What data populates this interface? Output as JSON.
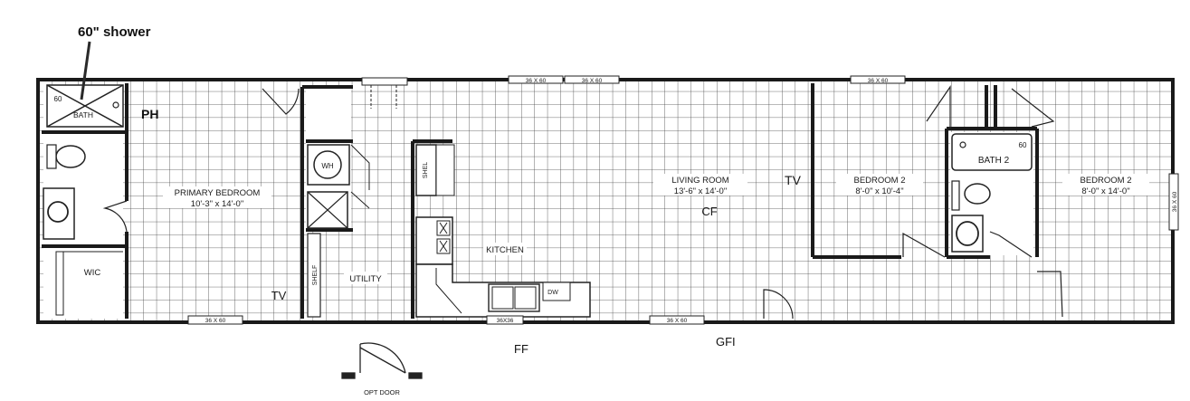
{
  "annotations": {
    "shower_note": "60\" shower",
    "ph": "PH",
    "ff": "FF",
    "gfi": "GFI",
    "opt_door": "OPT DOOR"
  },
  "rooms": {
    "primary_bedroom_name": "PRIMARY BEDROOM",
    "primary_bedroom_size": "10'-3\" x 14'-0\"",
    "living_room_name": "LIVING ROOM",
    "living_room_size": "13'-6\" x 14'-0\"",
    "bedroom2_name": "BEDROOM 2",
    "bedroom2_size": "8'-0\" x 10'-4\"",
    "bedroom3_name": "BEDROOM 2",
    "bedroom3_size": "8'-0\" x 14'-0\"",
    "kitchen": "KITCHEN",
    "utility": "UTILITY",
    "wic": "WIC",
    "bath": "BATH",
    "bath2": "BATH 2"
  },
  "fixtures": {
    "tv_living": "TV",
    "tv_primary": "TV",
    "cf": "CF",
    "wh": "WH",
    "dw": "DW",
    "shelf": "SHELF",
    "shelves": "SHEL",
    "tub60_bath": "60",
    "tub60_bath2": "60"
  },
  "windows": {
    "w1": "36 X 60",
    "w2": "36 X 60",
    "w3": "36 X 60",
    "w4": "36 X 60",
    "w5": "36X36",
    "w6": "36 X 60",
    "w7": "36 X 60"
  }
}
